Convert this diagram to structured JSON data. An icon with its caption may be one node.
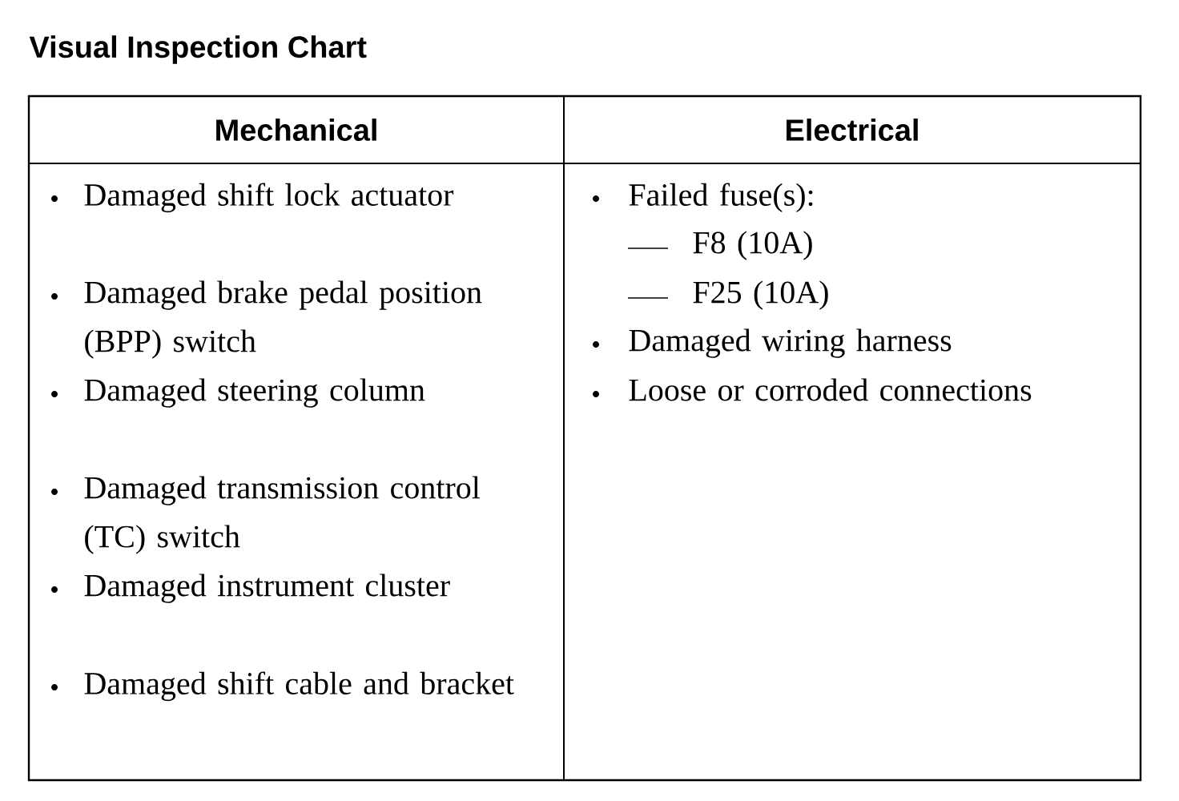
{
  "diagram": {
    "title": "Visual Inspection Chart",
    "labels": [
      "Mechanical",
      "Electrical",
      "Damaged shift lock actuator",
      "Damaged brake pedal position (BPP) switch",
      "Damaged steering column",
      "Damaged transmission control (TC) switch",
      "Damaged instrument cluster",
      "Damaged shift cable and bracket",
      "Failed fuse(s):",
      "F8 (10A)",
      "F25 (10A)",
      "Damaged wiring harness",
      "Loose or corroded connections"
    ]
  }
}
